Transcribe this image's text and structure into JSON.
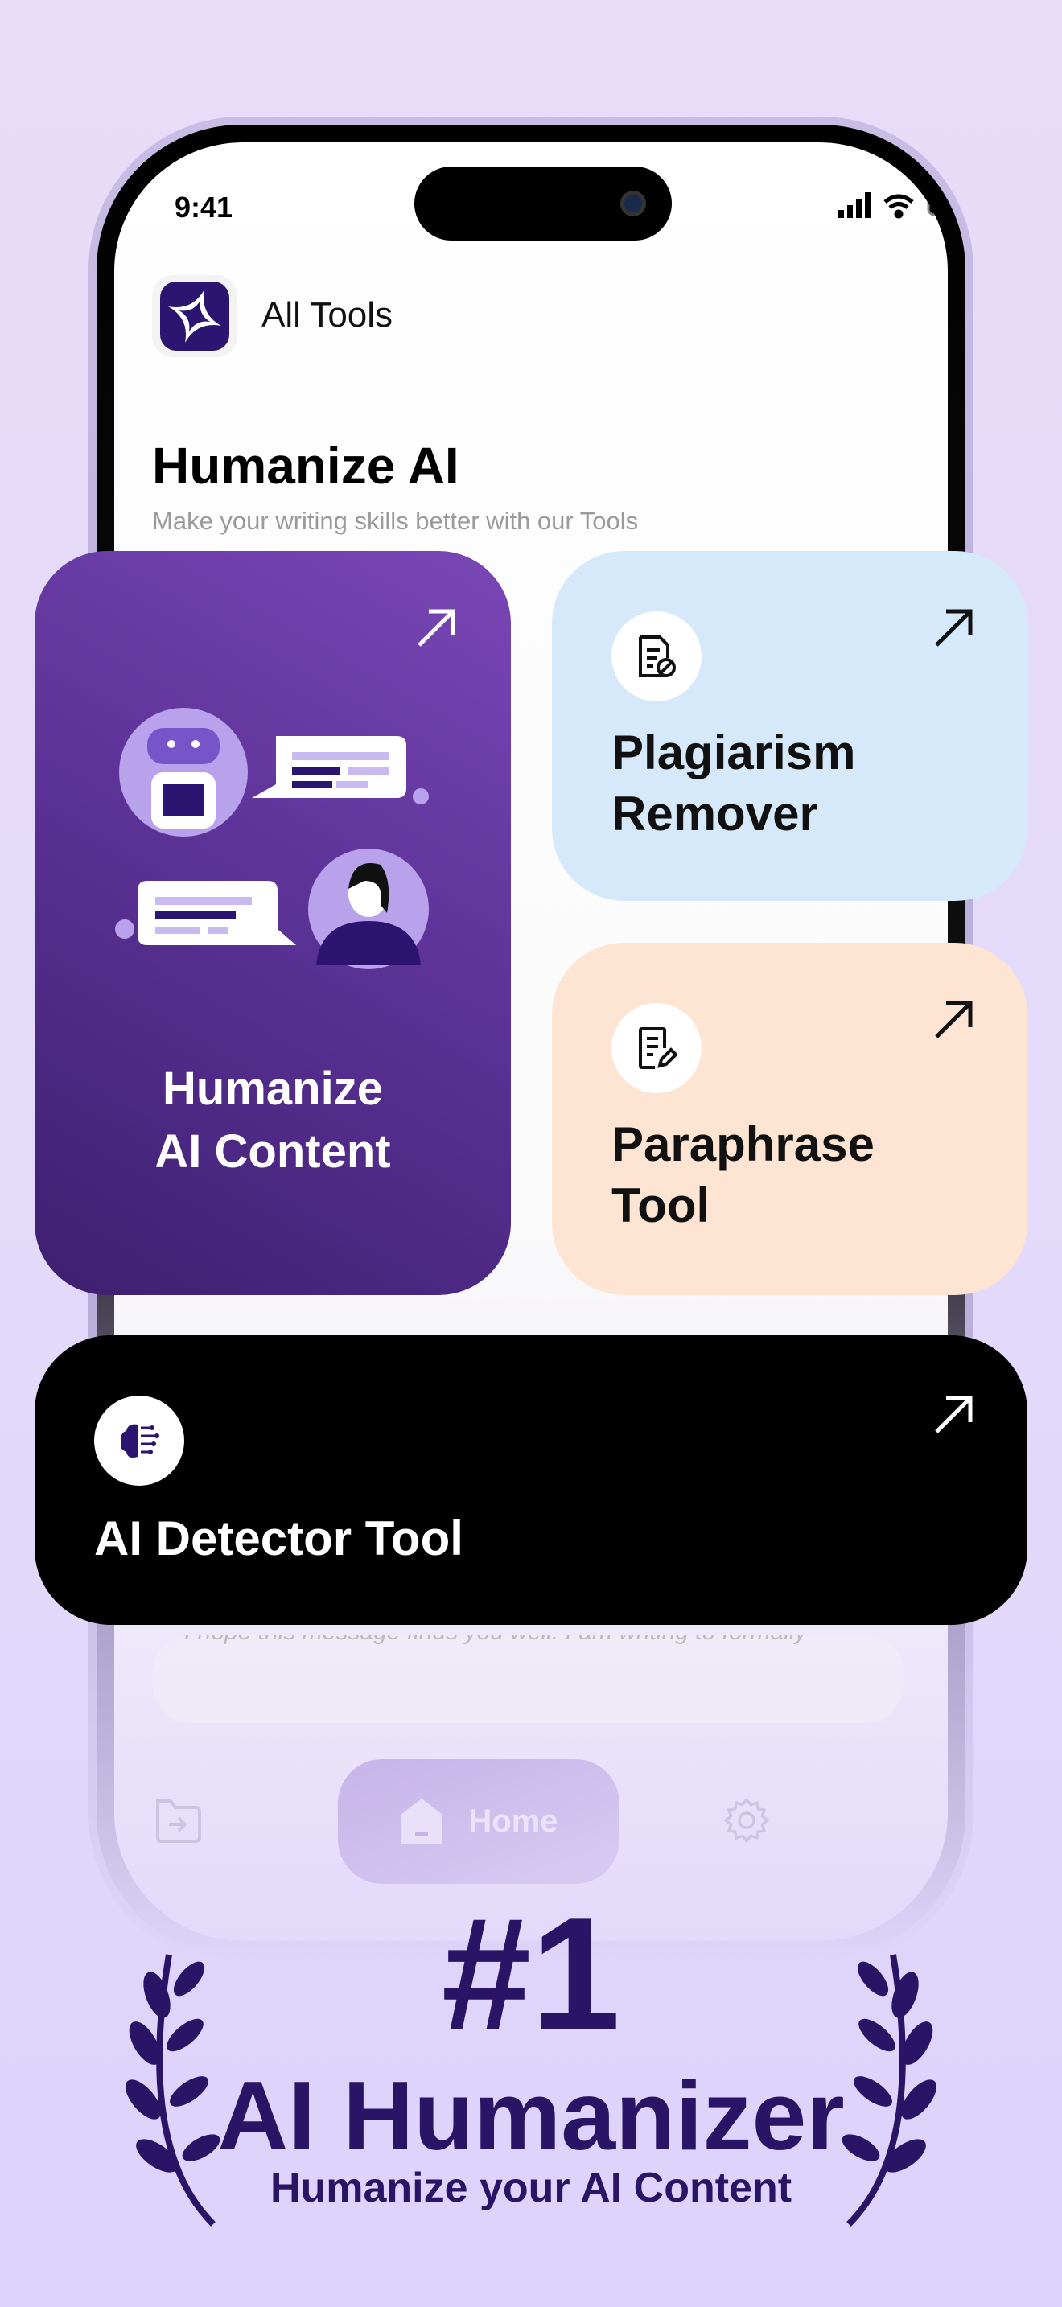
{
  "status_bar": {
    "time": "9:41"
  },
  "header": {
    "title": "All Tools"
  },
  "hero": {
    "title": "Humanize AI",
    "subtitle": "Make your writing skills better with our Tools"
  },
  "cards": [
    {
      "line1": "Humanize",
      "line2": "AI Content",
      "color": "#6a3aa8"
    },
    {
      "line1": "Plagiarism",
      "line2": "Remover",
      "color": "#d6e9fb"
    },
    {
      "line1": "Paraphrase",
      "line2": "Tool",
      "color": "#fde4d3"
    },
    {
      "line1": "AI Detector Tool",
      "color": "#000000"
    }
  ],
  "faded_text": "I hope this message finds you well. I am writing to formally",
  "nav": {
    "home": "Home"
  },
  "promo": {
    "rank": "#1",
    "headline": "AI Humanizer",
    "tagline": "Humanize your AI Content",
    "color": "#2a1466"
  }
}
